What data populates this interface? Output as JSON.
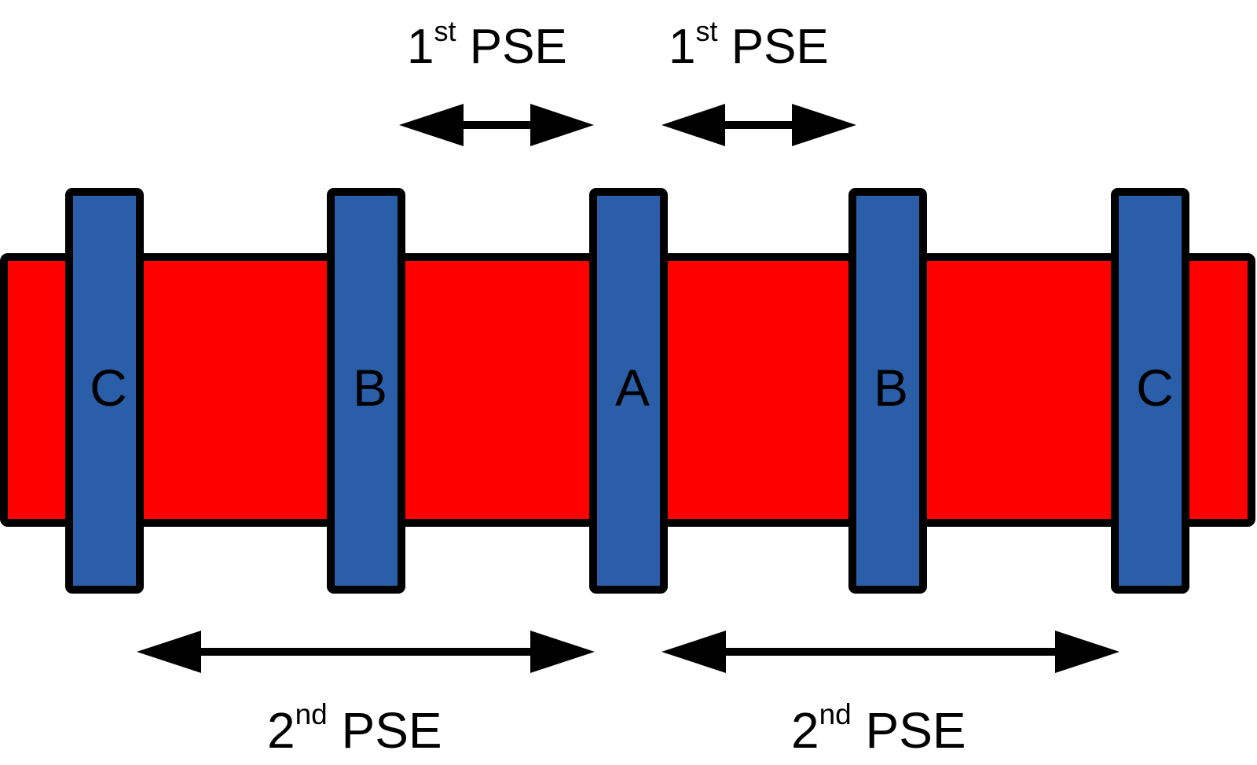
{
  "colors": {
    "bar": "#ff0000",
    "band": "#2a5ea8",
    "outline": "#000000",
    "text": "#000000",
    "background": "#ffffff"
  },
  "bands": [
    {
      "label": "C"
    },
    {
      "label": "B"
    },
    {
      "label": "A"
    },
    {
      "label": "B"
    },
    {
      "label": "C"
    }
  ],
  "top_labels": [
    {
      "number": "1",
      "superscript": "st",
      "text": " PSE"
    },
    {
      "number": "1",
      "superscript": "st",
      "text": " PSE"
    }
  ],
  "bottom_labels": [
    {
      "number": "2",
      "superscript": "nd",
      "text": " PSE"
    },
    {
      "number": "2",
      "superscript": "nd",
      "text": " PSE"
    }
  ]
}
